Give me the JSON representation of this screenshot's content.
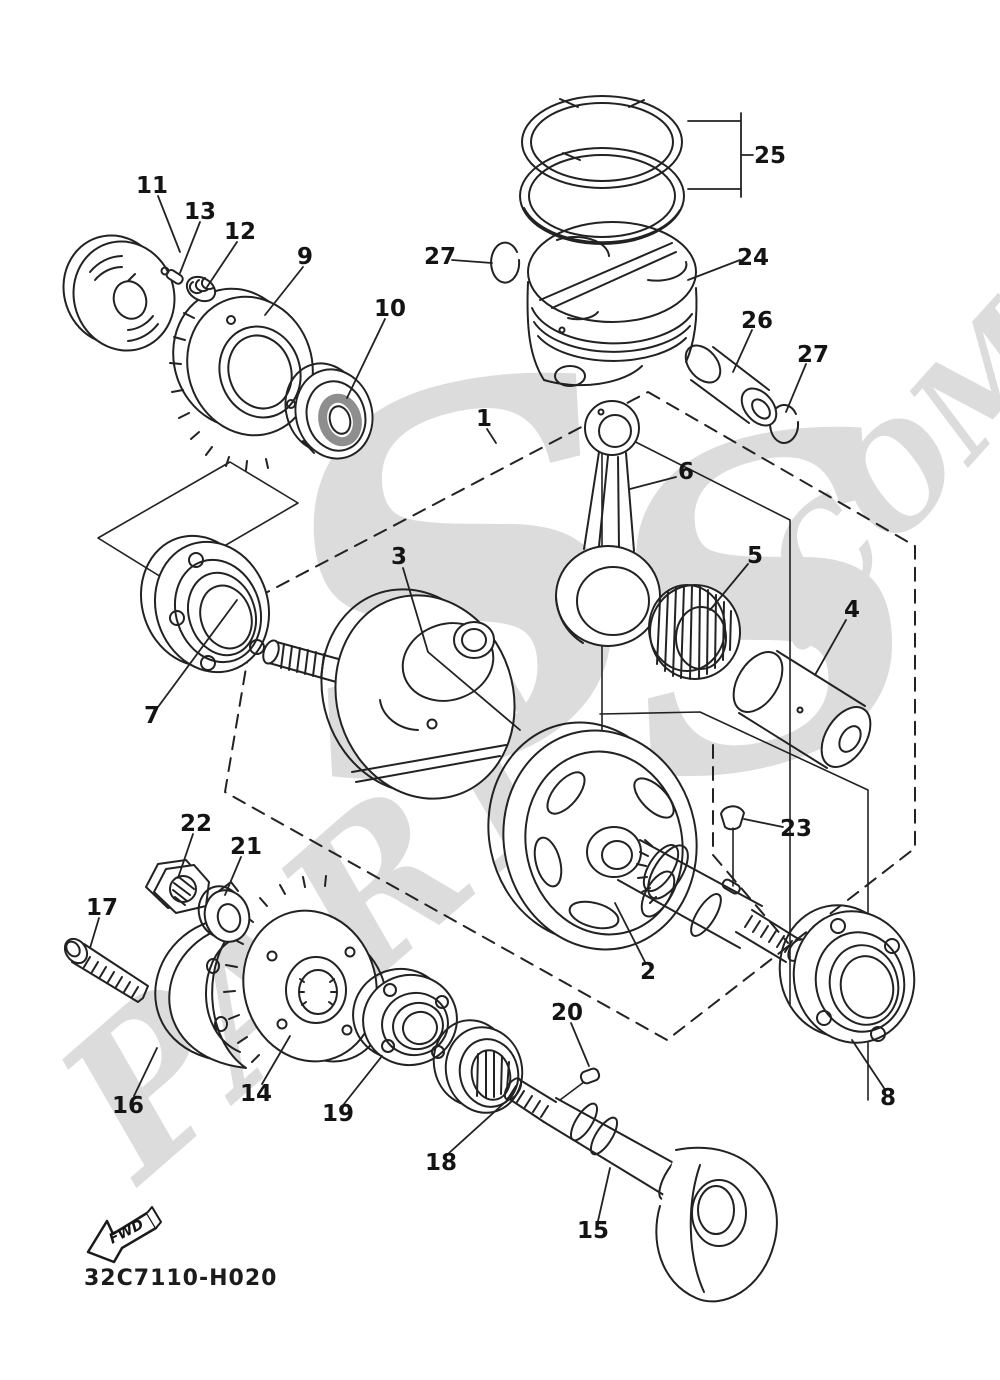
{
  "doc": {
    "drawing_code": "32C7110-H020",
    "fwd_label": "FWD",
    "line_color": "#222222",
    "watermark": {
      "part1": "PART",
      "s1": "S",
      "s2": "S",
      "part2": ".COM",
      "color": "#d6d6d6"
    }
  },
  "callouts": {
    "c1": "1",
    "c2": "2",
    "c3": "3",
    "c4": "4",
    "c5": "5",
    "c6": "6",
    "c7": "7",
    "c8": "8",
    "c9": "9",
    "c10": "10",
    "c11": "11",
    "c12": "12",
    "c13": "13",
    "c14": "14",
    "c15": "15",
    "c16": "16",
    "c17": "17",
    "c18": "18",
    "c19": "19",
    "c20": "20",
    "c21": "21",
    "c22": "22",
    "c23": "23",
    "c24": "24",
    "c25": "25",
    "c26": "26",
    "c27": "27"
  }
}
